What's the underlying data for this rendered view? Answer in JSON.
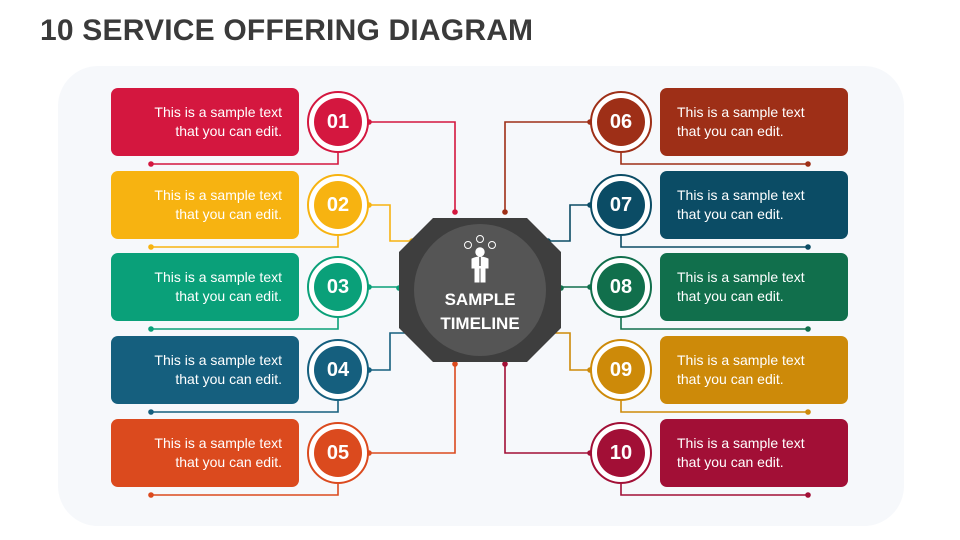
{
  "title": "10 SERVICE OFFERING DIAGRAM",
  "center": {
    "line1": "SAMPLE",
    "line2": "TIMELINE",
    "icon": "business-person-icon"
  },
  "items": [
    {
      "num": "01",
      "line1": "This is a sample text",
      "line2": "that you can edit.",
      "color": "#d4173f"
    },
    {
      "num": "02",
      "line1": "This is a sample text",
      "line2": "that you can edit.",
      "color": "#f7b311"
    },
    {
      "num": "03",
      "line1": "This is a sample text",
      "line2": "that you can edit.",
      "color": "#0aa079"
    },
    {
      "num": "04",
      "line1": "This is a sample text",
      "line2": "that you can edit.",
      "color": "#155f7e"
    },
    {
      "num": "05",
      "line1": "This is a sample text",
      "line2": "that you can edit.",
      "color": "#db4a1e"
    },
    {
      "num": "06",
      "line1": "This is a sample text",
      "line2": "that you can edit.",
      "color": "#9e2f17"
    },
    {
      "num": "07",
      "line1": "This is a sample text",
      "line2": "that you can edit.",
      "color": "#0b4c65"
    },
    {
      "num": "08",
      "line1": "This is a sample text",
      "line2": "that you can edit.",
      "color": "#116f4c"
    },
    {
      "num": "09",
      "line1": "This is a sample text",
      "line2": "that you can edit.",
      "color": "#cd8a09"
    },
    {
      "num": "10",
      "line1": "This is a sample text",
      "line2": "that you can edit.",
      "color": "#a20f36"
    }
  ],
  "colors": {
    "title": "#3a3a3a",
    "hub_fill": "#555555",
    "hub_ring": "#3e3e3e"
  }
}
